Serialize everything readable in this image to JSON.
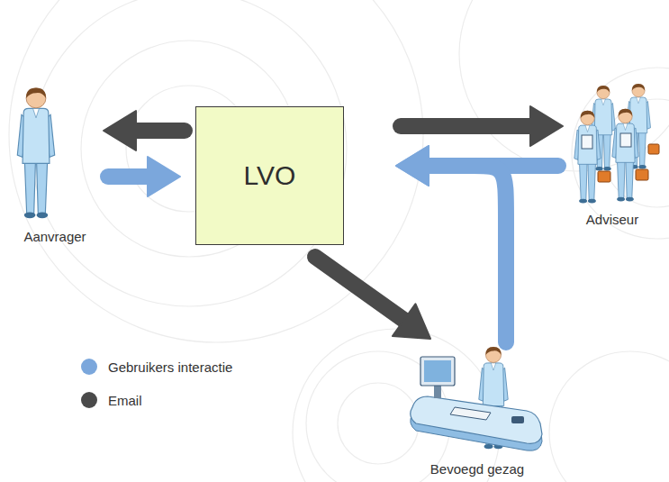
{
  "diagram": {
    "nodes": [
      {
        "text": [
          "LVO"
        ]
      },
      {
        "text": [
          "Aanvrager"
        ]
      },
      {
        "text": [
          "Adviseur"
        ]
      },
      {
        "text": [
          "Bevoegd gezag"
        ]
      }
    ],
    "edges": [
      {
        "from": 0,
        "to": 1,
        "arrow": "to"
      },
      {
        "from": 1,
        "to": 0,
        "arrow": "to"
      },
      {
        "from": 0,
        "to": 2,
        "arrow": "to"
      },
      {
        "from": 2,
        "to": 0,
        "arrow": "to"
      },
      {
        "from": 3,
        "to": 0,
        "arrow": "to"
      },
      {
        "from": 0,
        "to": 3,
        "arrow": "to"
      }
    ],
    "legend": [
      {
        "text": "Gebruikers interactie",
        "color": "#7ba7dc"
      },
      {
        "text": "Email",
        "color": "#4a4a4a"
      }
    ]
  }
}
